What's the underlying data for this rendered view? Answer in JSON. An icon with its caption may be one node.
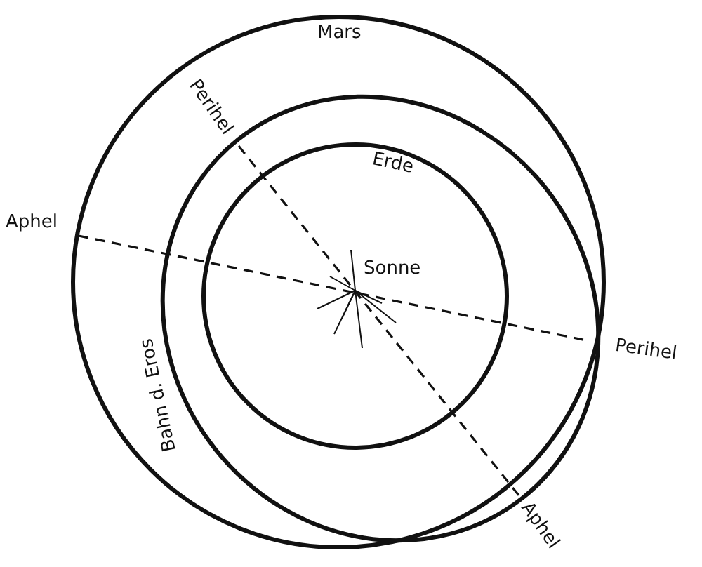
{
  "diagram": {
    "labels": [
      "Mars",
      "Perihel",
      "Erde",
      "Aphel",
      "Sonne",
      "Perihel",
      "Bahn d. Eros",
      "Aphel"
    ]
  }
}
